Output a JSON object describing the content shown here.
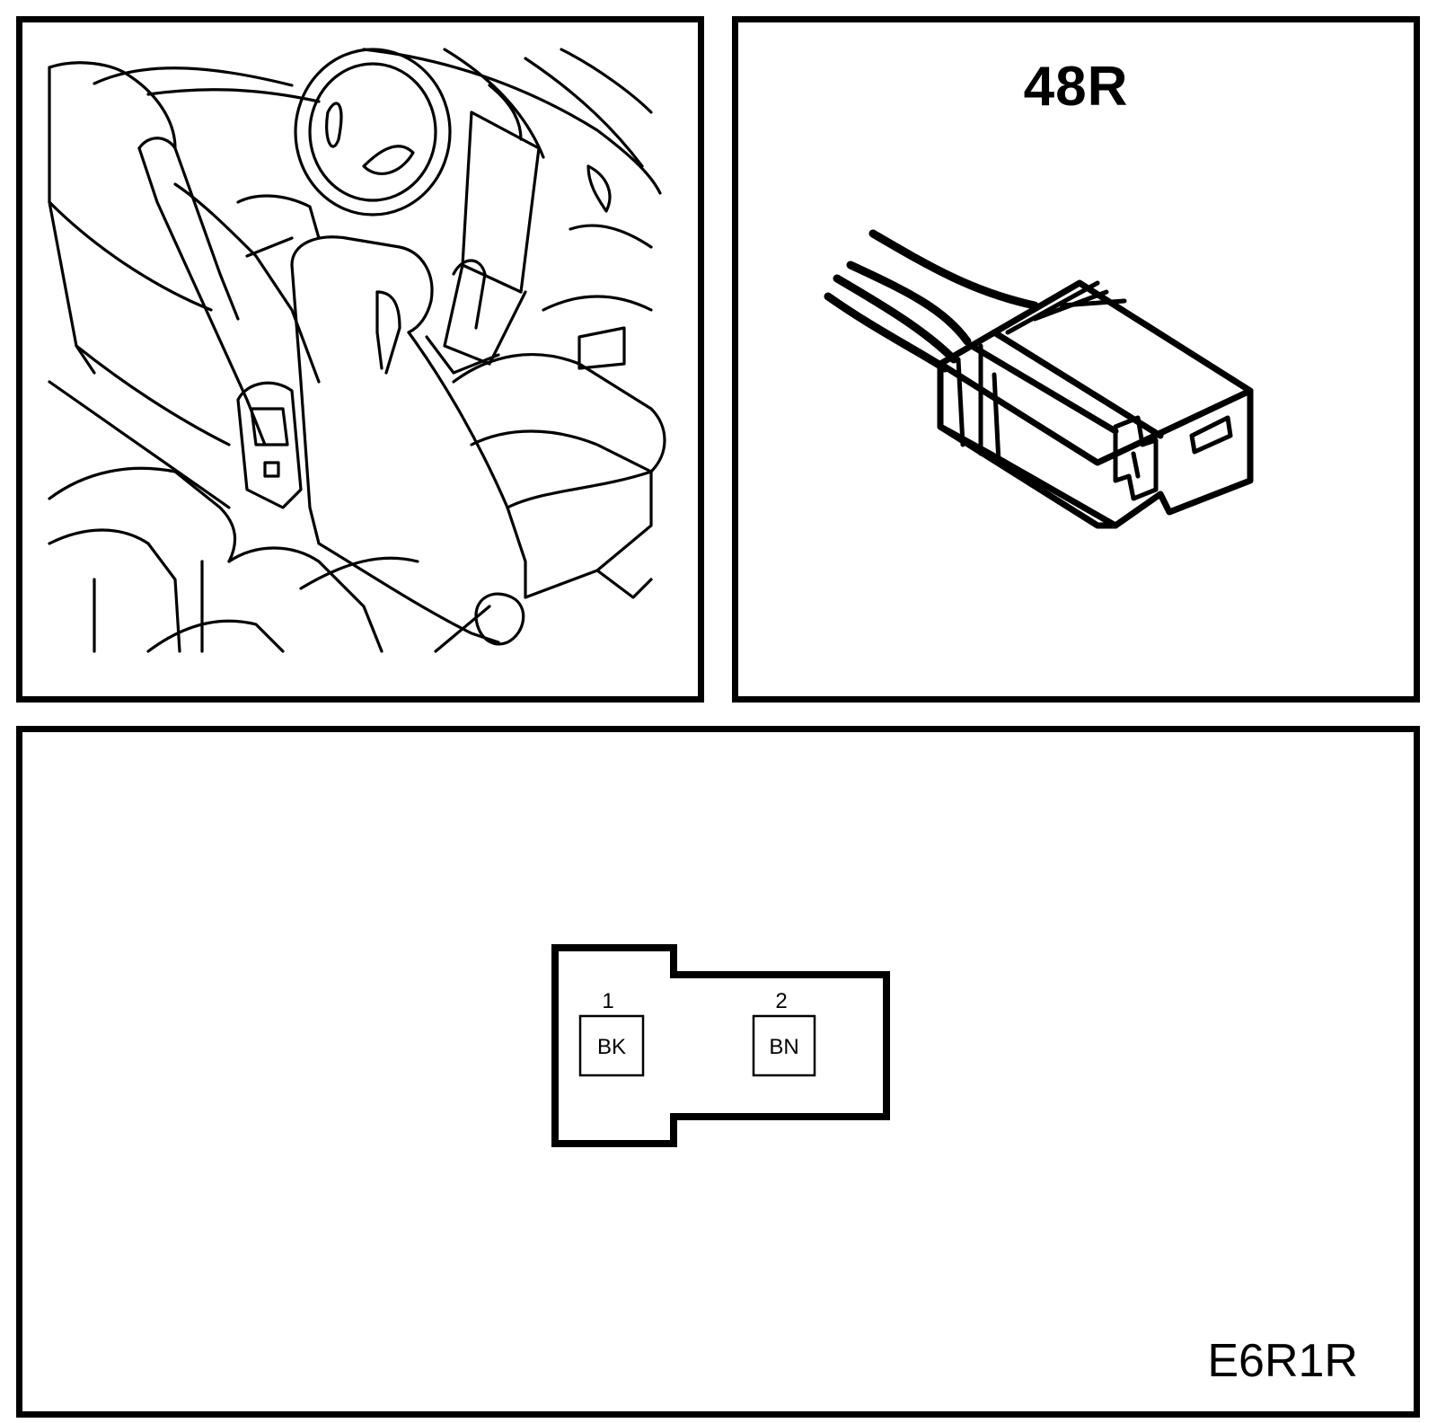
{
  "location_panel": {
    "illustration": "vehicle-interior-seat-illustration"
  },
  "connector_panel": {
    "connector_id": "48R",
    "illustration": "two-wire-connector-illustration"
  },
  "face_view_panel": {
    "view_code": "E6R1R",
    "pins": [
      {
        "number": "1",
        "wire_color": "BK"
      },
      {
        "number": "2",
        "wire_color": "BN"
      }
    ]
  }
}
